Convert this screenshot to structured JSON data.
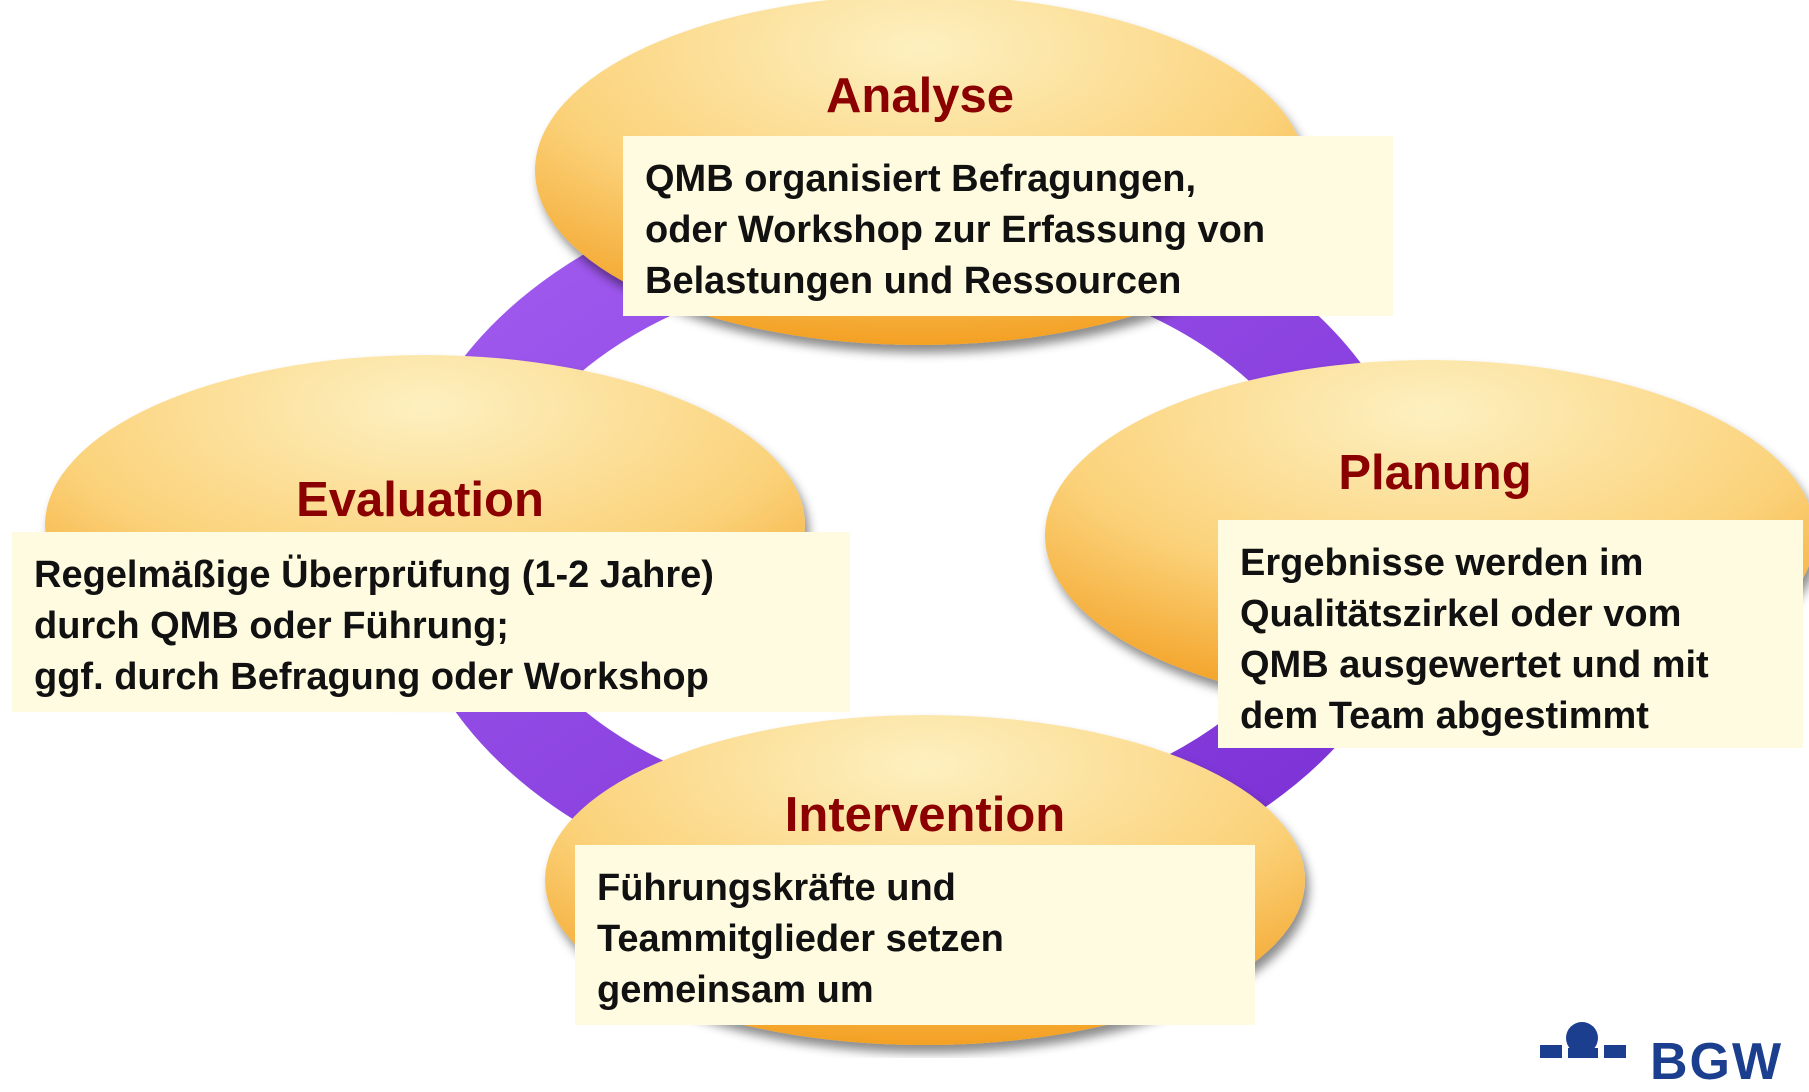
{
  "colors": {
    "ring": "#8e3fe0",
    "node_fill_light": "#fde6a4",
    "node_fill_dark": "#f5a422",
    "title": "#8b0000",
    "box": "#fffbe0",
    "logo": "#1c3e8f"
  },
  "nodes": {
    "analyse": {
      "title": "Analyse",
      "lines": [
        "QMB organisiert Befragungen,",
        "oder Workshop zur Erfassung von",
        "Belastungen und Ressourcen"
      ]
    },
    "planung": {
      "title": "Planung",
      "lines": [
        "Ergebnisse werden im",
        "Qualitätszirkel oder vom",
        "QMB ausgewertet und mit",
        "dem Team abgestimmt"
      ]
    },
    "intervention": {
      "title": "Intervention",
      "lines": [
        "Führungskräfte und",
        "Teammitglieder setzen",
        "gemeinsam um"
      ]
    },
    "evaluation": {
      "title": "Evaluation",
      "lines": [
        "Regelmäßige Überprüfung (1-2 Jahre)",
        "durch QMB oder Führung;",
        "ggf. durch Befragung oder Workshop"
      ]
    }
  },
  "logo": {
    "text": "BGW",
    "icon": "bgw-logo-icon"
  }
}
